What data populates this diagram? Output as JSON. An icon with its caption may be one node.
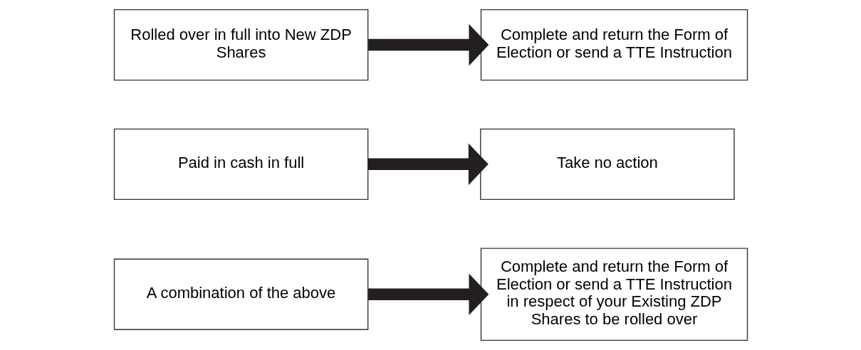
{
  "diagram": {
    "nodes": [
      {
        "text": [
          "Rolled over in full into New ZDP Shares"
        ]
      },
      {
        "text": [
          "Complete and return the Form of Election or send a TTE Instruction"
        ]
      },
      {
        "text": [
          "Paid in cash in full"
        ]
      },
      {
        "text": [
          "Take no action"
        ]
      },
      {
        "text": [
          "A combination of the above"
        ]
      },
      {
        "text": [
          "Complete and return the Form of Election or send a TTE Instruction in respect of your Existing ZDP Shares to be rolled over"
        ]
      }
    ],
    "edges": [
      {
        "from": 0,
        "to": 1,
        "arrow": "to"
      },
      {
        "from": 2,
        "to": 3,
        "arrow": "to"
      },
      {
        "from": 4,
        "to": 5,
        "arrow": "to"
      }
    ]
  }
}
